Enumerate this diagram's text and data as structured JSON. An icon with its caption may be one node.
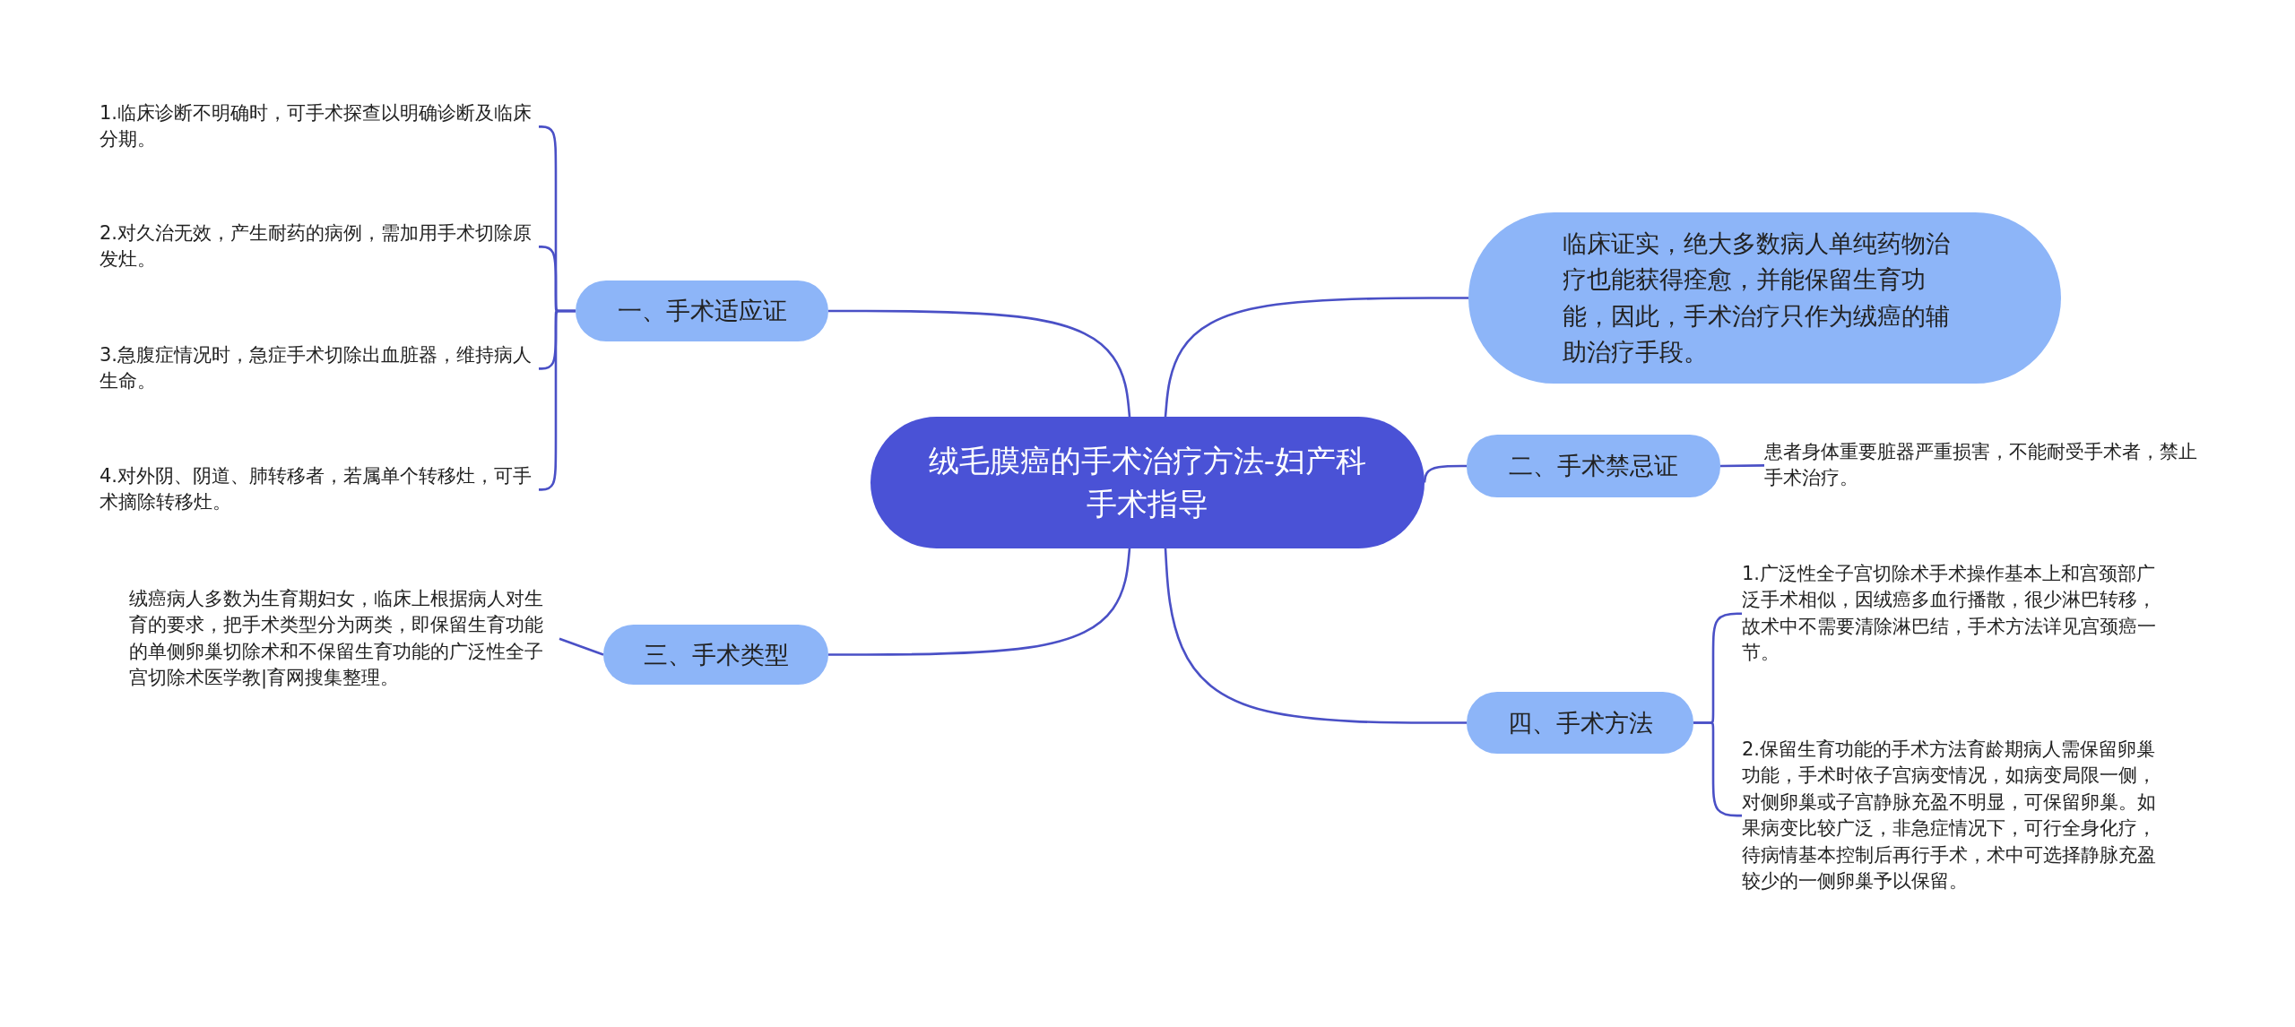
{
  "diagram": {
    "nodes": [
      {
        "text": [
          "绒毛膜癌的手术治疗方法-妇产科手术指导"
        ]
      },
      {
        "text": [
          "一、手术适应证"
        ]
      },
      {
        "text": [
          "1.临床诊断不明确时，可手术探查以明确诊断及临床分期。"
        ]
      },
      {
        "text": [
          "2.对久治无效，产生耐药的病例，需加用手术切除原发灶。"
        ]
      },
      {
        "text": [
          "3.急腹症情况时，急症手术切除出血脏器，维持病人生命。"
        ]
      },
      {
        "text": [
          "4.对外阴、阴道、肺转移者，若属单个转移灶，可手术摘除转移灶。"
        ]
      },
      {
        "text": [
          "三、手术类型"
        ]
      },
      {
        "text": [
          "绒癌病人多数为生育期妇女，临床上根据病人对生育的要求，把手术类型分为两类，即保留生育功能的单侧卵巢切除术和不保留生育功能的广泛性全子宫切除术医学教|育网搜集整理。"
        ]
      },
      {
        "text": [
          "临床证实，绝大多数病人单纯药物治疗也能获得痊愈，并能保留生育功能，因此，手术治疗只作为绒癌的辅助治疗手段。"
        ]
      },
      {
        "text": [
          "二、手术禁忌证"
        ]
      },
      {
        "text": [
          "患者身体重要脏器严重损害，不能耐受手术者，禁止手术治疗。"
        ]
      },
      {
        "text": [
          "四、手术方法"
        ]
      },
      {
        "text": [
          "1.广泛性全子宫切除术手术操作基本上和宫颈部广泛手术相似，因绒癌多血行播散，很少淋巴转移，故术中不需要清除淋巴结，手术方法详见宫颈癌一节。"
        ]
      },
      {
        "text": [
          "2.保留生育功能的手术方法育龄期病人需保留卵巢功能，手术时依子宫病变情况，如病变局限一侧，对侧卵巢或子宫静脉充盈不明显，可保留卵巢。如果病变比较广泛，非急症情况下，可行全身化疗，待病情基本控制后再行手术，术中可选择静脉充盈较少的一侧卵巢予以保留。"
        ]
      }
    ],
    "edges": [
      {
        "from": 0,
        "to": 1,
        "arrow": "none"
      },
      {
        "from": 1,
        "to": 2,
        "arrow": "none"
      },
      {
        "from": 1,
        "to": 3,
        "arrow": "none"
      },
      {
        "from": 1,
        "to": 4,
        "arrow": "none"
      },
      {
        "from": 1,
        "to": 5,
        "arrow": "none"
      },
      {
        "from": 0,
        "to": 6,
        "arrow": "none"
      },
      {
        "from": 6,
        "to": 7,
        "arrow": "none"
      },
      {
        "from": 0,
        "to": 8,
        "arrow": "none"
      },
      {
        "from": 0,
        "to": 9,
        "arrow": "none"
      },
      {
        "from": 9,
        "to": 10,
        "arrow": "none"
      },
      {
        "from": 0,
        "to": 11,
        "arrow": "none"
      },
      {
        "from": 11,
        "to": 12,
        "arrow": "none"
      },
      {
        "from": 11,
        "to": 13,
        "arrow": "none"
      }
    ]
  }
}
